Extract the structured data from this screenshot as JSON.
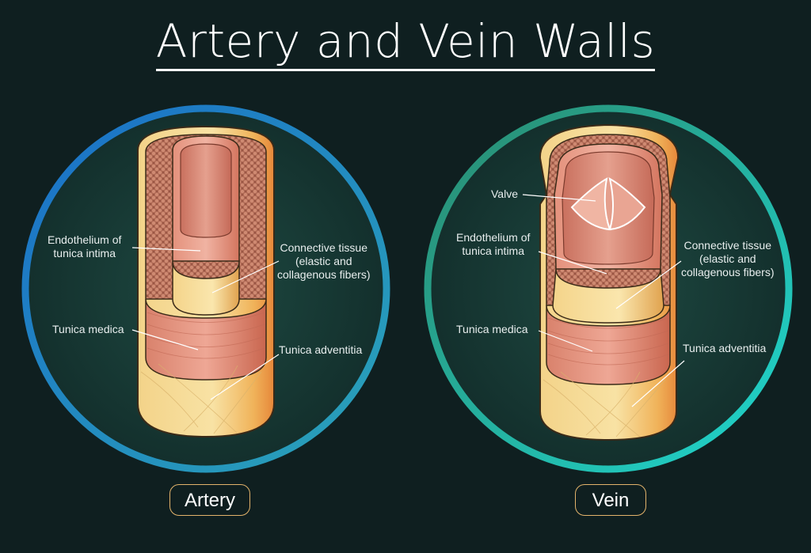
{
  "title": "Artery and Vein Walls",
  "artery": {
    "label": "Artery",
    "endothelium_label": [
      "Endothelium of",
      "tunica intima"
    ],
    "connective_label": [
      "Connective tissue",
      "(elastic and",
      "collagenous fibers)"
    ],
    "medica_label": "Tunica medica",
    "adventitia_label": "Tunica adventitia"
  },
  "vein": {
    "label": "Vein",
    "valve_label": "Valve",
    "endothelium_label": [
      "Endothelium of",
      "tunica intima"
    ],
    "connective_label": [
      "Connective tissue",
      "(elastic and",
      "collagenous fibers)"
    ],
    "medica_label": "Tunica medica",
    "adventitia_label": "Tunica adventitia"
  },
  "colors": {
    "background": "#0f1f20",
    "artery_ring_start": "#1e7bd0",
    "artery_ring_end": "#2a9d8f",
    "vein_ring_start": "#2a8f74",
    "vein_ring_end": "#22d6cf",
    "badge_border": "#e3b36b",
    "adventitia": "#f6d58f",
    "medica": "#e6927e",
    "intima": "#e8a08c",
    "connective": "#c7826a"
  }
}
